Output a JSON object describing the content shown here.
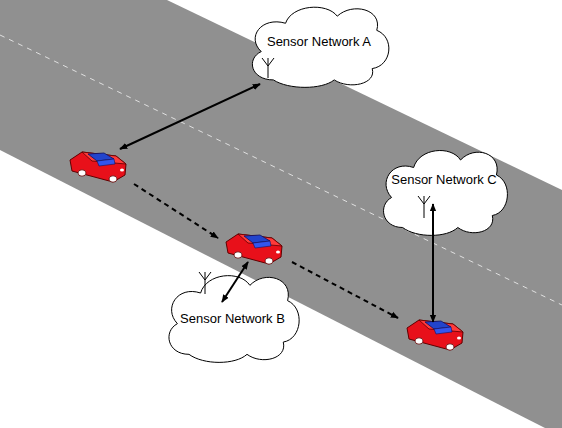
{
  "diagram": {
    "nodes": [
      {
        "text": [
          "Sensor Network A"
        ]
      },
      {
        "text": [
          "Sensor Network C"
        ]
      },
      {
        "text": [
          "Sensor Network B"
        ]
      }
    ]
  }
}
